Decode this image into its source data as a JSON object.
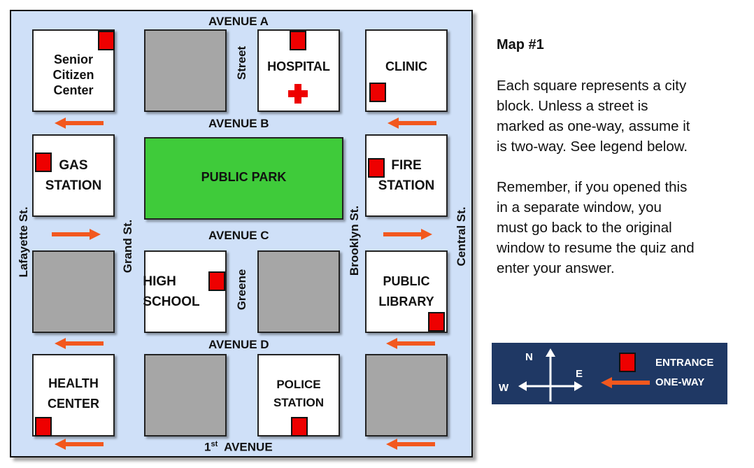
{
  "blocks": [
    {
      "label": "Senior\nCitizen\nCenter",
      "type": "white"
    },
    {
      "label": "",
      "type": "gray"
    },
    {
      "label": "HOSPITAL",
      "type": "white"
    },
    {
      "label": "CLINIC",
      "type": "white"
    },
    {
      "label": "GAS\nSTATION",
      "type": "white"
    },
    {
      "label": "PUBLIC PARK",
      "type": "park"
    },
    {
      "label": "FIRE\nSTATION",
      "type": "white"
    },
    {
      "label": "",
      "type": "gray"
    },
    {
      "label": "HIGH\nSCHOOL",
      "type": "white"
    },
    {
      "label": "",
      "type": "gray"
    },
    {
      "label": "PUBLIC\nLIBRARY",
      "type": "white"
    },
    {
      "label": "HEALTH\nCENTER",
      "type": "white"
    },
    {
      "label": "",
      "type": "gray"
    },
    {
      "label": "POLICE\nSTATION",
      "type": "white"
    },
    {
      "label": "",
      "type": "gray"
    }
  ],
  "streets": {
    "avenue_a": "AVENUE A",
    "avenue_b": "AVENUE B",
    "avenue_c": "AVENUE C",
    "avenue_d": "AVENUE D",
    "first_avenue_num": "1",
    "first_avenue_sup": "st",
    "first_avenue_word": "AVENUE",
    "lafayette": "Lafayette St.",
    "grand": "Grand St.",
    "street": "Street",
    "greene": "Greene",
    "brooklyn": "Brooklyn St.",
    "central": "Central St."
  },
  "one_way_arrows": [
    {
      "direction": "west"
    },
    {
      "direction": "west"
    },
    {
      "direction": "east"
    },
    {
      "direction": "east"
    },
    {
      "direction": "west"
    },
    {
      "direction": "west"
    },
    {
      "direction": "west"
    },
    {
      "direction": "west"
    }
  ],
  "sidebar": {
    "title": "Map #1",
    "paragraph1": "Each square represents a city\nblock. Unless a street is\nmarked as one-way, assume it\nis two-way. See legend below.",
    "paragraph2": "Remember, if you opened this\nin a separate window, you\nmust go back to the original\nwindow to resume the quiz and\nenter your answer."
  },
  "legend": {
    "north": "N",
    "east": "E",
    "west": "W",
    "entrance": "ENTRANCE",
    "one_way": "ONE-WAY"
  },
  "colors": {
    "map_background": "#cfe0f8",
    "block_gray": "#a6a6a6",
    "park_green": "#3fcb3a",
    "entrance_red": "#ee0000",
    "arrow_orange": "#f2581e",
    "legend_navy": "#1f3864"
  },
  "icons": {
    "hospital_symbol": "red-cross-icon",
    "compass": "compass-icon",
    "entrance": "entrance-marker-icon",
    "one_way": "one-way-arrow-icon"
  }
}
